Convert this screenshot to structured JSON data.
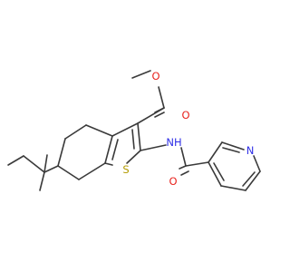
{
  "molecule": {
    "atom_labels": {
      "O_methoxy": "O",
      "O_ester_carbonyl": "O",
      "NH": "NH",
      "S": "S",
      "O_amide": "O",
      "N_pyridine": "N"
    }
  },
  "colors": {
    "bond": "#3a3a3a",
    "oxygen": "#e8231e",
    "nitrogen": "#2f2fe6",
    "sulfur": "#b39b00"
  }
}
